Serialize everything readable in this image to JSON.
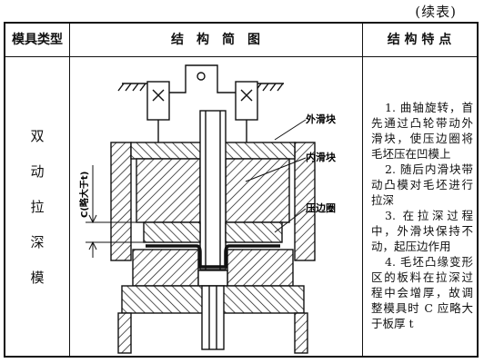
{
  "continued": "(续表)",
  "header": {
    "type": "模具类型",
    "diagram": "结　构　简　图",
    "features": "结 构 特 点"
  },
  "mold_type_chars": [
    "双",
    "动",
    "拉",
    "深",
    "模"
  ],
  "diagram_labels": {
    "outer_slider": "外滑块",
    "inner_slider": "内滑块",
    "blank_holder": "压边圈",
    "dim_c": "C(略大于t)"
  },
  "features": [
    "1. 曲轴旋转，首先通过凸轮带动外滑块，使压边圈将毛坯压在凹模上",
    "2. 随后内滑块带动凸模对毛坯进行拉深",
    "3. 在拉深过程中，外滑块保持不动，起压边作用",
    "4. 毛坯凸缘变形区的板料在拉深过程中会增厚，故调整模具时 C 应略大于板厚 t"
  ]
}
